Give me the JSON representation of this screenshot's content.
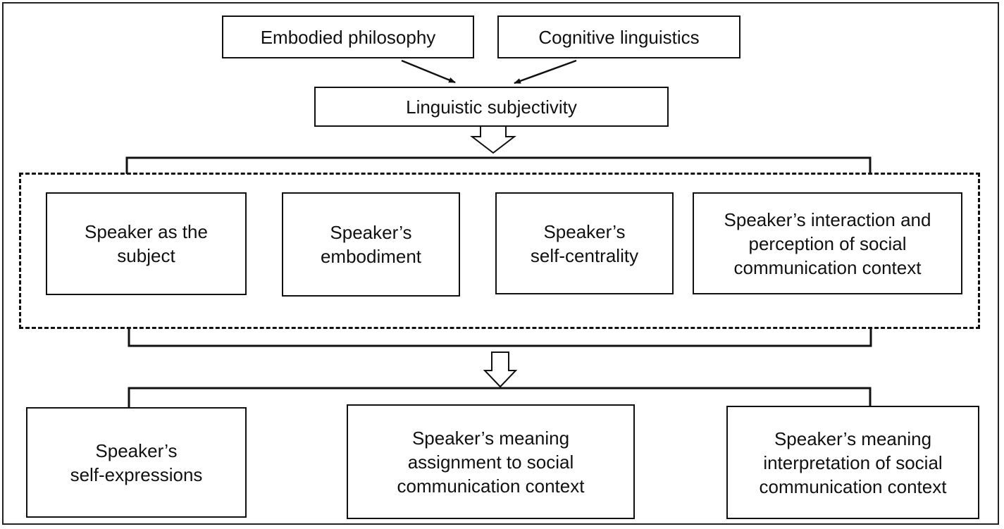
{
  "sources": {
    "embodied_philosophy": "Embodied philosophy",
    "cognitive_linguistics": "Cognitive linguistics"
  },
  "core": {
    "linguistic_subjectivity": "Linguistic subjectivity"
  },
  "dimensions": [
    {
      "lines": [
        "Speaker as the",
        "subject"
      ]
    },
    {
      "lines": [
        "Speaker’s",
        "embodiment"
      ]
    },
    {
      "lines": [
        "Speaker’s",
        "self-centrality"
      ]
    },
    {
      "lines": [
        "Speaker’s interaction and",
        "perception of social",
        "communication context"
      ]
    }
  ],
  "outcomes": [
    {
      "lines": [
        "Speaker’s",
        "self-expressions"
      ]
    },
    {
      "lines": [
        "Speaker’s meaning",
        "assignment to social",
        "communication context"
      ]
    },
    {
      "lines": [
        "Speaker’s meaning",
        "interpretation of social",
        "communication context"
      ]
    }
  ]
}
